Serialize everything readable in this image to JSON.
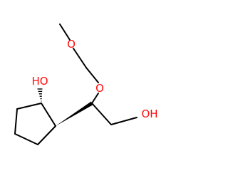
{
  "atoms": {
    "ring_oh": "HO",
    "chain_oh": "OH",
    "ether_o_upper": "O",
    "ether_o_lower": "O"
  },
  "colors": {
    "bond": "#000000",
    "heteroatom": "#ff0d0d",
    "background": "#ffffff"
  }
}
